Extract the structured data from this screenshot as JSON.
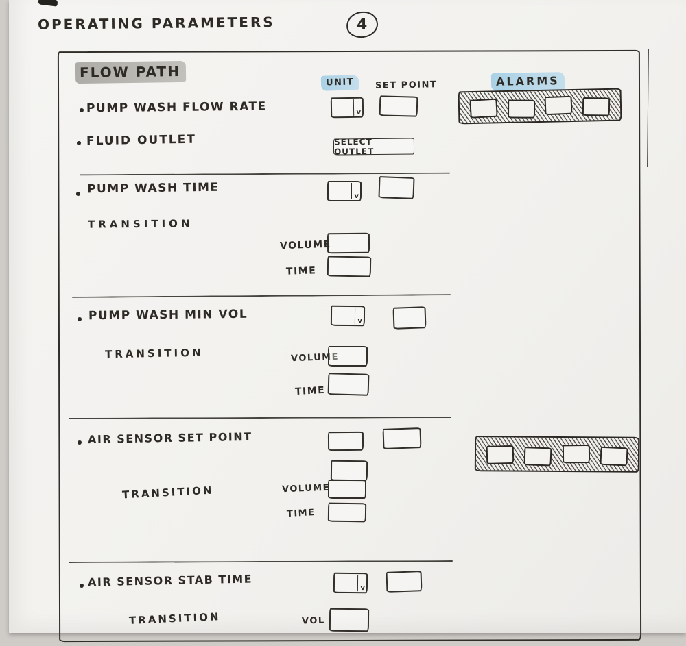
{
  "page": {
    "title": "OPERATING PARAMETERS",
    "page_number": "4"
  },
  "section": {
    "title": "FLOW PATH"
  },
  "columns": {
    "unit": "UNIT",
    "set_point": "SET POINT",
    "alarms": "ALARMS"
  },
  "rows": {
    "pump_wash_flow_rate": {
      "label": "PUMP WASH FLOW RATE"
    },
    "fluid_outlet": {
      "label": "FLUID OUTLET",
      "button_label": "SELECT OUTLET"
    },
    "pump_wash_time": {
      "label": "PUMP WASH TIME",
      "transition": "TRANSITION",
      "volume": "VOLUME",
      "time": "TIME"
    },
    "pump_wash_min_vol": {
      "label": "PUMP WASH MIN VOL",
      "transition": "TRANSITION",
      "volume": "VOLUME",
      "time": "TIME"
    },
    "air_sensor_set_point": {
      "label": "AIR SENSOR SET POINT",
      "transition": "TRANSITION",
      "volume": "VOLUME",
      "time": "TIME"
    },
    "air_sensor_stab_time": {
      "label": "AIR SENSOR STAB TIME",
      "transition": "TRANSITION",
      "vol": "VOL"
    }
  },
  "icons": {
    "chevron_down": "v"
  },
  "colors": {
    "ink": "#2e2b26",
    "paper": "#f3f2ef",
    "highlight_blue": "#aed3e8",
    "highlight_gray": "#8e8c84",
    "background": "#cfccc8"
  }
}
